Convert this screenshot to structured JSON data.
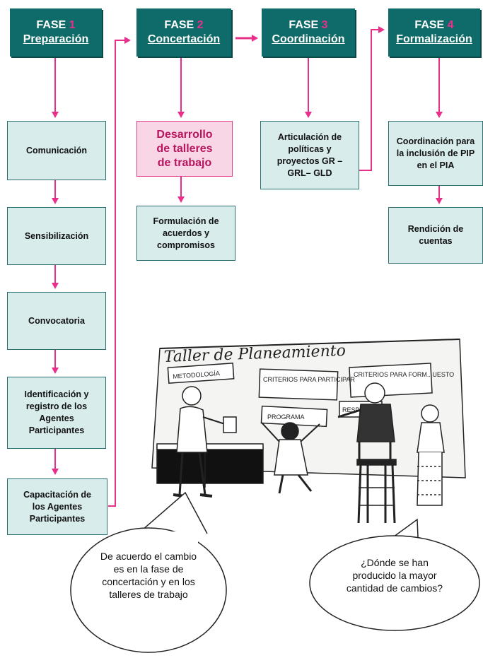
{
  "phases": [
    {
      "word": "FASE",
      "num": "1",
      "name": "Preparación"
    },
    {
      "word": "FASE",
      "num": "2",
      "name": "Concertación"
    },
    {
      "word": "FASE",
      "num": "3",
      "name": "Coordinación"
    },
    {
      "word": "FASE",
      "num": "4",
      "name": "Formalización"
    }
  ],
  "fase1_steps": [
    "Comunicación",
    "Sensibilización",
    "Convocatoria",
    "Identificación y registro de los Agentes Participantes",
    "Capacitación de los Agentes Participantes"
  ],
  "fase2_steps": [
    "Desarrollo de talleres de trabajo",
    "Formulación de acuerdos y compromisos"
  ],
  "fase3_steps": [
    "Articulación de políticas y proyectos GR – GRL– GLD"
  ],
  "fase4_steps": [
    "Coordinación para la inclusión de PIP en el PIA",
    "Rendición de cuentas"
  ],
  "illustration": {
    "board_title": "Taller de Planeamiento",
    "cards": [
      "METODOLOGÍA",
      "CRITERIOS PARA PARTICIPAR",
      "CRITERIOS PARA FORM...UESTO",
      "PROGRAMA",
      "RESP..."
    ]
  },
  "bubbles": {
    "left": "De acuerdo el cambio es en la fase de concertación y en los talleres de trabajo",
    "right": "¿Dónde se han producido la mayor cantidad de cambios?"
  },
  "colors": {
    "phase_bg": "#0e6b69",
    "box_bg": "#d8ecec",
    "accent_pink": "#e8308a"
  }
}
